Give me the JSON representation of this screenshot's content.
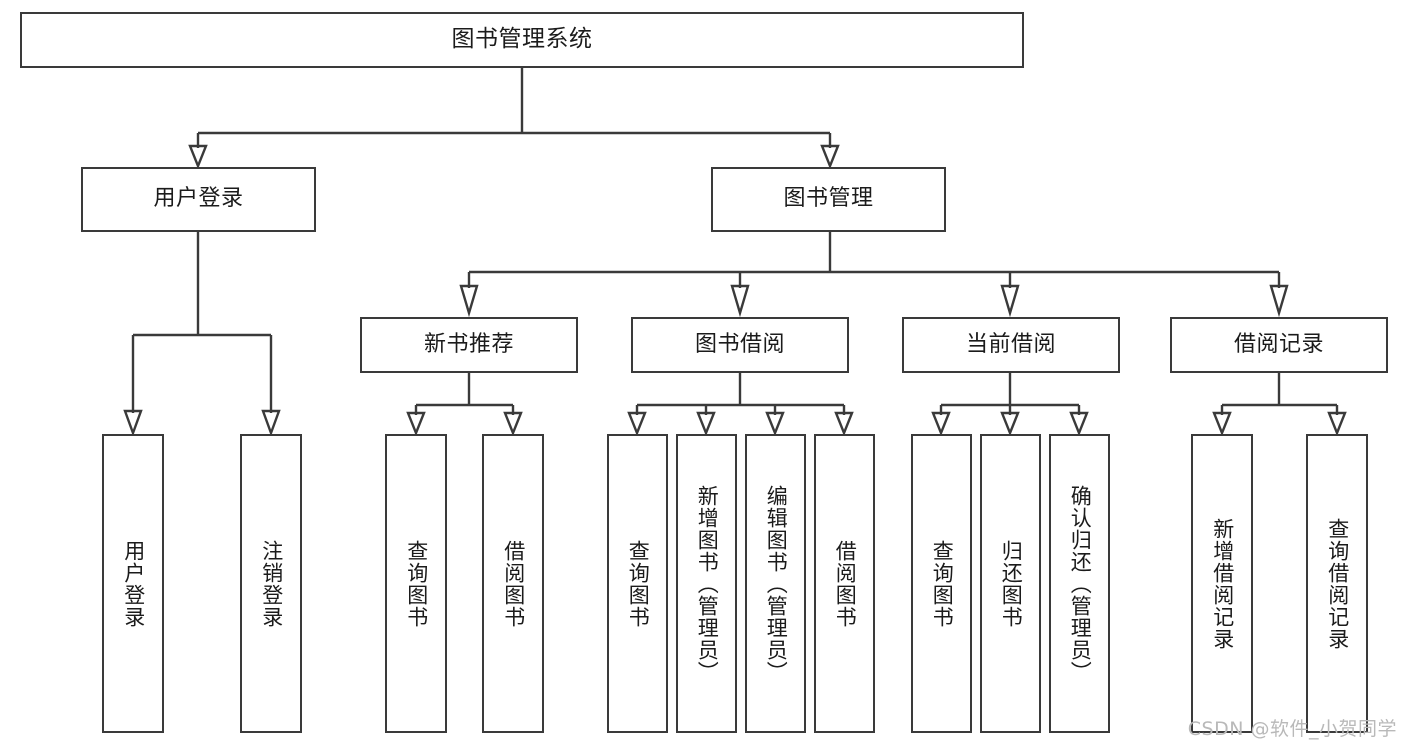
{
  "diagram": {
    "title": "图书管理系统",
    "type": "hierarchy-tree",
    "watermark": "CSDN @软件_小贺同学",
    "root": {
      "label": "图书管理系统"
    },
    "level2": [
      {
        "label": "用户登录"
      },
      {
        "label": "图书管理"
      }
    ],
    "level3": [
      {
        "label": "新书推荐"
      },
      {
        "label": "图书借阅"
      },
      {
        "label": "当前借阅"
      },
      {
        "label": "借阅记录"
      }
    ],
    "leaves": {
      "user_login": [
        {
          "label": "用户登录"
        },
        {
          "label": "注销登录"
        }
      ],
      "new_book": [
        {
          "label": "查询图书"
        },
        {
          "label": "借阅图书"
        }
      ],
      "book_borrow": [
        {
          "label": "查询图书"
        },
        {
          "label": "新增图书（管理员）"
        },
        {
          "label": "编辑图书（管理员）"
        },
        {
          "label": "借阅图书"
        }
      ],
      "current_borrow": [
        {
          "label": "查询图书"
        },
        {
          "label": "归还图书"
        },
        {
          "label": "确认归还（管理员）"
        }
      ],
      "borrow_record": [
        {
          "label": "新增借阅记录"
        },
        {
          "label": "查询借阅记录"
        }
      ]
    },
    "colors": {
      "stroke": "#3a3a3a",
      "fill": "#ffffff",
      "text": "#1b1b1b",
      "watermark": "#b9b9b9"
    }
  }
}
